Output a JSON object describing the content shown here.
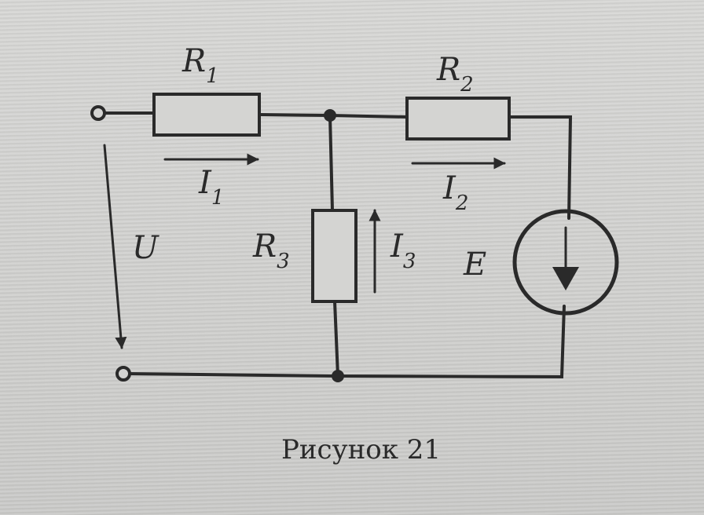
{
  "labels": {
    "r1": "R",
    "r1_sub": "1",
    "r2": "R",
    "r2_sub": "2",
    "r3": "R",
    "r3_sub": "3",
    "i1": "I",
    "i1_sub": "1",
    "i2": "I",
    "i2_sub": "2",
    "i3": "I",
    "i3_sub": "3",
    "u": "U",
    "e": "E"
  },
  "caption": "Рисунок 21",
  "colors": {
    "ink": "#2a2a2a",
    "paper": "#d2d2d0"
  }
}
